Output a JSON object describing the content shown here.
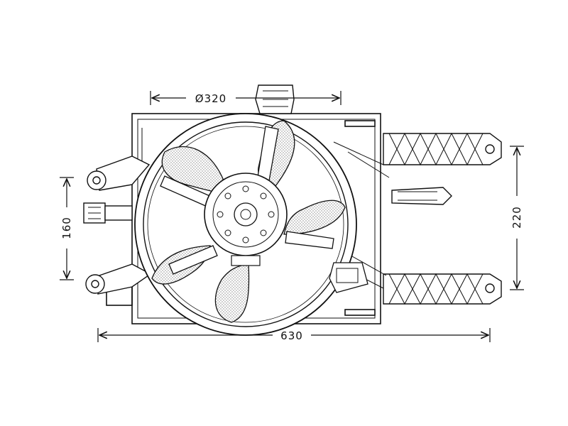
{
  "dimensions": {
    "fan_diameter": "Ø320",
    "overall_width": "630",
    "left_height": "160",
    "right_height": "220"
  },
  "watermark": "",
  "connector_label": "",
  "icons": [
    "fan-icon",
    "connector-icon"
  ],
  "colors": {
    "line": "#111111",
    "hatch": "#8a8a8a",
    "background": "#ffffff"
  }
}
